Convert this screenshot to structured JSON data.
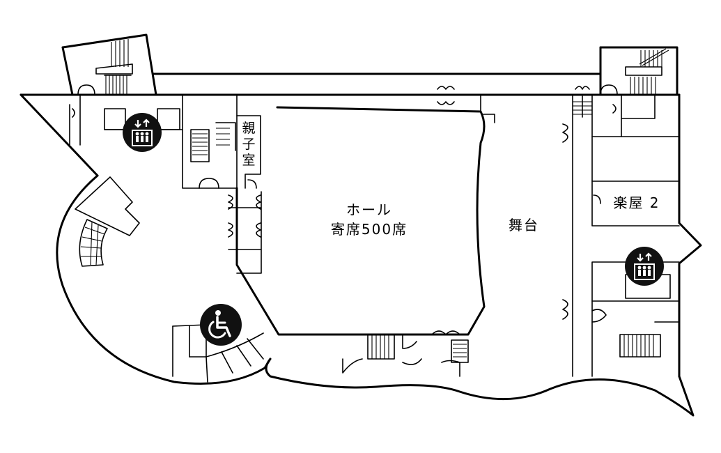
{
  "rooms": {
    "hall_line1": "ホール",
    "hall_line2": "寄席500席",
    "stage": "舞台",
    "dressing_room": "楽屋 2",
    "parent_child_room": [
      "親",
      "子",
      "室"
    ]
  },
  "icons": {
    "elevator": "elevator-icon",
    "wheelchair": "wheelchair-icon"
  },
  "colors": {
    "line": "#000000",
    "background": "#ffffff",
    "icon_fill": "#111111"
  }
}
